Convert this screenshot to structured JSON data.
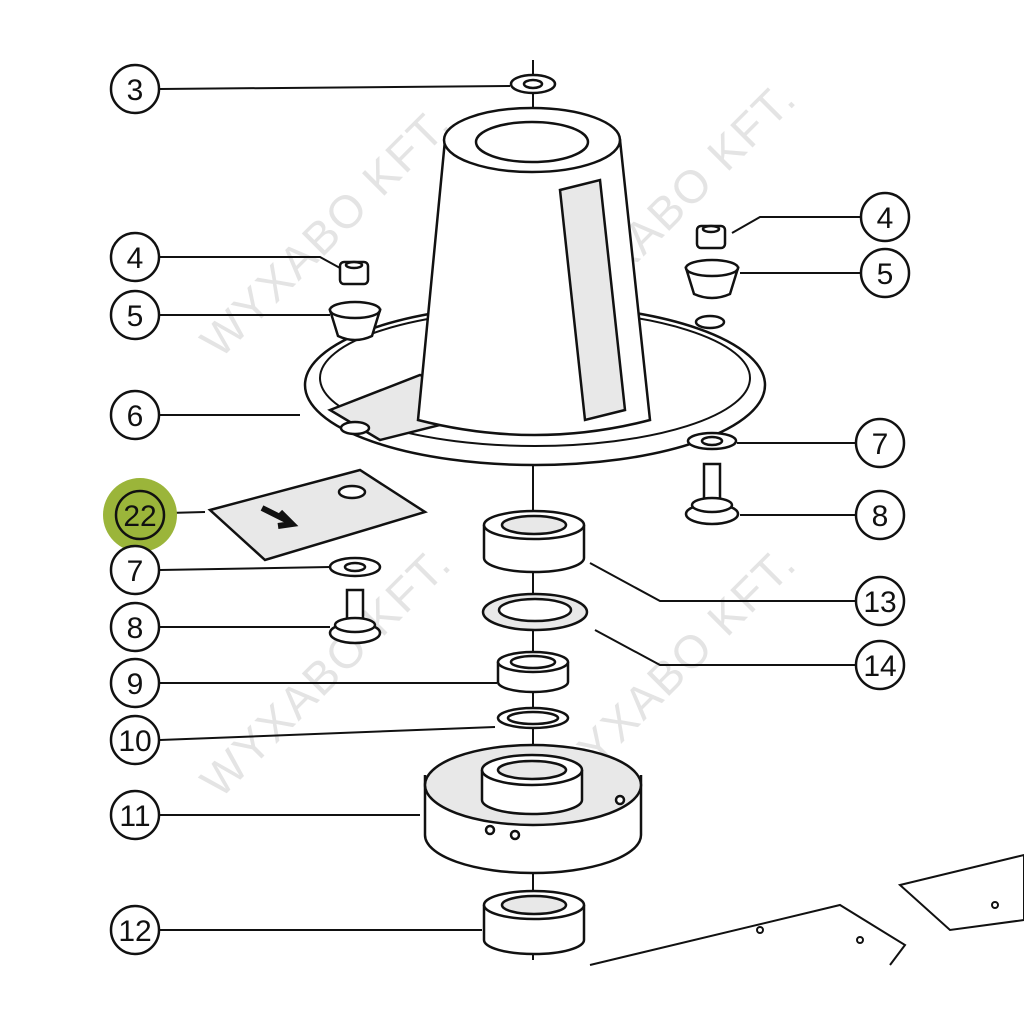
{
  "watermark": "WYXABO KFT.",
  "callouts": [
    {
      "id": "3",
      "label": "3"
    },
    {
      "id": "4-left",
      "label": "4"
    },
    {
      "id": "5-left",
      "label": "5"
    },
    {
      "id": "6",
      "label": "6"
    },
    {
      "id": "22",
      "label": "22",
      "highlight": "#9bb53a"
    },
    {
      "id": "7-left",
      "label": "7"
    },
    {
      "id": "8-left",
      "label": "8"
    },
    {
      "id": "9",
      "label": "9"
    },
    {
      "id": "10",
      "label": "10"
    },
    {
      "id": "11",
      "label": "11"
    },
    {
      "id": "12",
      "label": "12"
    },
    {
      "id": "4-right",
      "label": "4"
    },
    {
      "id": "5-right",
      "label": "5"
    },
    {
      "id": "7-right",
      "label": "7"
    },
    {
      "id": "8-right",
      "label": "8"
    },
    {
      "id": "13",
      "label": "13"
    },
    {
      "id": "14",
      "label": "14"
    }
  ]
}
